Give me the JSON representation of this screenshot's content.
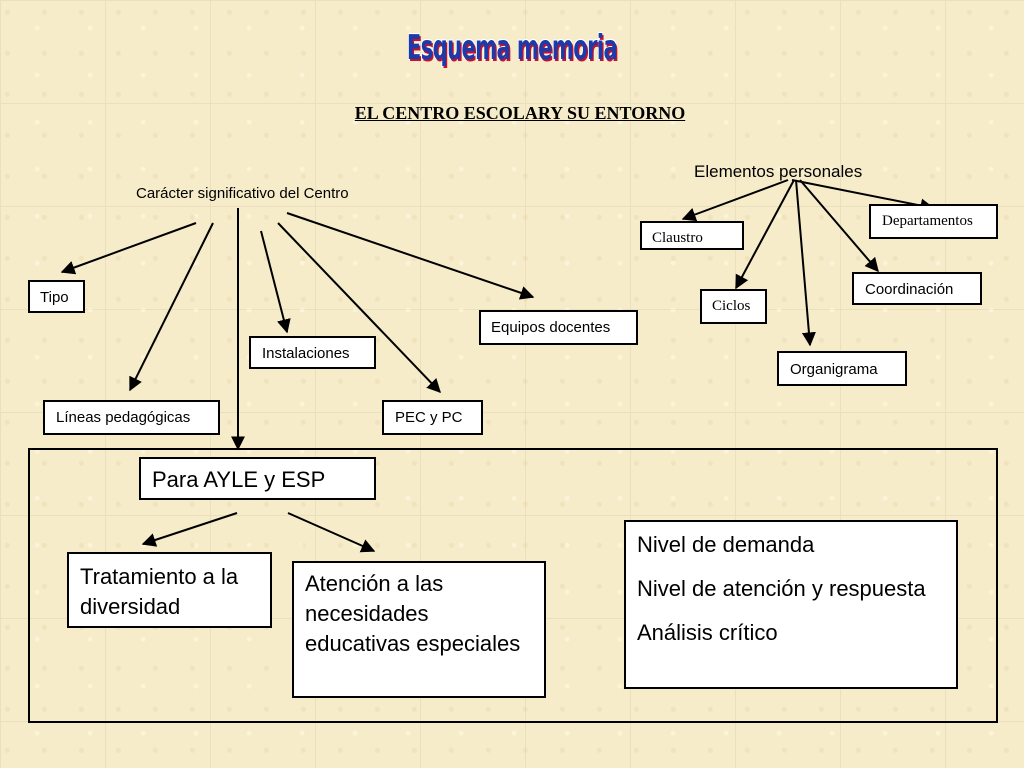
{
  "title": "Esquema memoria",
  "subtitle": "EL CENTRO ESCOLARY SU ENTORNO",
  "left_group": {
    "heading": "Carácter significativo del Centro",
    "items": {
      "tipo": "Tipo",
      "lineas": "Líneas pedagógicas",
      "instalaciones": "Instalaciones",
      "pec": "PEC y PC",
      "equipos": "Equipos docentes"
    }
  },
  "right_group": {
    "heading": "Elementos personales",
    "items": {
      "claustro": "Claustro",
      "departamentos": "Departamentos",
      "ciclos": "Ciclos",
      "coordinacion": "Coordinación",
      "organigrama": "Organigrama"
    }
  },
  "bottom": {
    "main": "Para AYLE y ESP",
    "tratamiento": "Tratamiento a la diversidad",
    "atencion": "Atención a las necesidades educativas especiales",
    "nivel": [
      "Nivel de demanda",
      "Nivel de atención y respuesta",
      "Análisis crítico"
    ]
  }
}
